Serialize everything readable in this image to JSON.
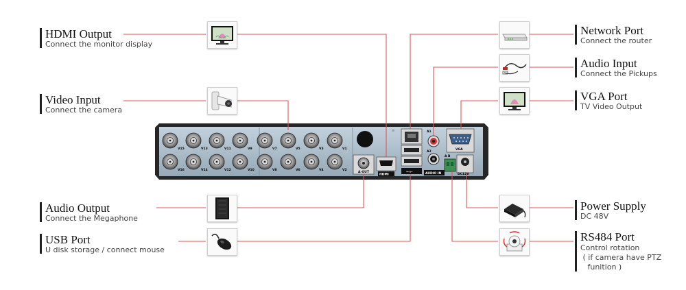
{
  "callouts": {
    "hdmi": {
      "title": "HDMI Output",
      "desc": "Connect the monitor display"
    },
    "video": {
      "title": "Video Input",
      "desc": "Connect the camera"
    },
    "audio_out": {
      "title": "Audio Output",
      "desc": "Connect the Megaphone"
    },
    "usb": {
      "title": "USB Port",
      "desc": "U disk storage / connect mouse"
    },
    "network": {
      "title": "Network Port",
      "desc": "Connect the router"
    },
    "audio_in": {
      "title": "Audio Input",
      "desc": "Connect the Pickups"
    },
    "vga": {
      "title": "VGA Port",
      "desc": "TV Video Output"
    },
    "power": {
      "title": "Power Supply",
      "desc": "DC 48V"
    },
    "rs484": {
      "title": "RS484 Port",
      "desc": "Control rotation\n ( if camera have PTZ\n   funition )"
    }
  },
  "panel_labels": {
    "top_row": [
      "V15",
      "V13",
      "V11",
      "V9",
      "V7",
      "V5",
      "V3",
      "V1"
    ],
    "bottom_row": [
      "V16",
      "V14",
      "V12",
      "V10",
      "V8",
      "V6",
      "V4",
      "V2"
    ],
    "aout": "A-OUT",
    "hdmi": "HDMI",
    "audio_in": "AUDIO IN",
    "vga": "VGA",
    "dc": "DC12V",
    "a1": "A1",
    "a2": "A2",
    "ab": "A  B"
  },
  "icons": {
    "hdmi": "monitor-icon",
    "video": "camera-icon",
    "audio_out": "speaker-icon",
    "usb": "mouse-icon",
    "network": "router-icon",
    "audio_in": "audio-cable-icon",
    "vga": "monitor-icon",
    "power": "power-adapter-icon",
    "rs484": "ptz-camera-icon"
  },
  "colors": {
    "leader_line": "#e05555",
    "panel": "#a7b9c6",
    "chassis": "#222222"
  }
}
